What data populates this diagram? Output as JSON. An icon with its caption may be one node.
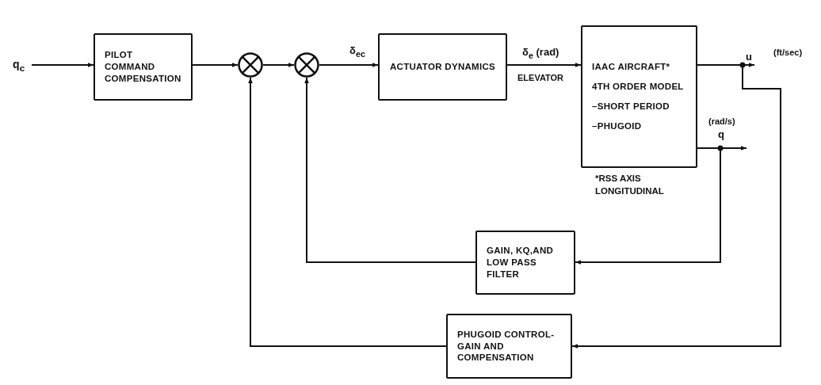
{
  "diagram": {
    "nodes": [
      {
        "text": [
          "q$_{c}$"
        ]
      },
      {
        "text": [
          "PILOT COMMAND COMPENSATION"
        ]
      },
      {
        "text": [],
        "shape": "circle"
      },
      {
        "text": [],
        "shape": "circle"
      },
      {
        "text": [
          "ACTUATOR DYNAMICS"
        ]
      },
      {
        "text": [
          "IAAC AIRCRAFT*",
          "4TH ORDER MODEL",
          "–SHORT PERIOD",
          "–PHUGOID"
        ],
        "beside": [
          "*RSS AXIS LONGITUDINAL"
        ]
      },
      {
        "text": [
          "GAIN, KQ,AND LOW PASS FILTER"
        ]
      },
      {
        "text": [
          "PHUGOID CONTROL-GAIN AND COMPENSATION"
        ]
      }
    ],
    "edges": [
      {
        "from": 0,
        "to": 1,
        "arrow": "to"
      },
      {
        "from": 1,
        "to": 2,
        "arrow": "to"
      },
      {
        "from": 2,
        "to": 3,
        "arrow": "to"
      },
      {
        "from": 3,
        "to": 4,
        "arrow": "to",
        "label": "δ$_{ec}$"
      },
      {
        "from": 4,
        "to": 5,
        "arrow": "to",
        "label": "δ$_{e}$ (rad)"
      },
      {
        "from": 5,
        "to": null,
        "arrow": "to",
        "label": "u"
      },
      {
        "from": 5,
        "to": 7,
        "arrow": "to"
      },
      {
        "from": 5,
        "to": null,
        "arrow": "to",
        "label": "q"
      },
      {
        "from": 5,
        "to": 6,
        "arrow": "to"
      },
      {
        "from": 6,
        "to": 3,
        "arrow": "to"
      },
      {
        "from": 7,
        "to": 2,
        "arrow": "to"
      }
    ],
    "labels": [
      "ELEVATOR",
      "(ft/sec)",
      "(rad/s)"
    ]
  }
}
